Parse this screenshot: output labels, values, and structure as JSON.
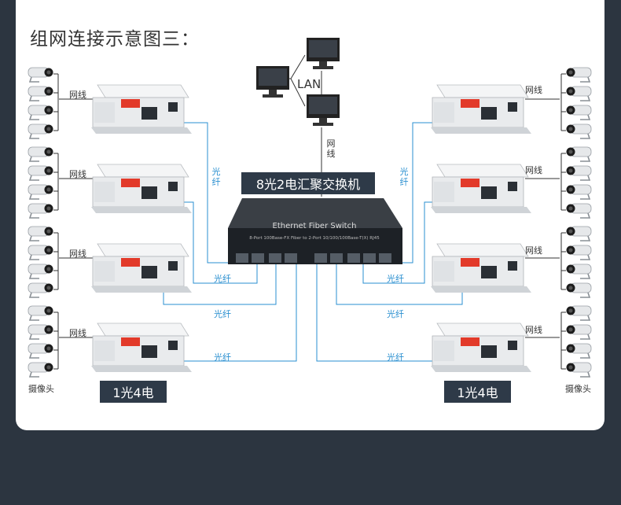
{
  "title": "组网连接示意图三：",
  "switch_label": "8光2电汇聚交换机",
  "switch_brand": "Ethernet Fiber Switch",
  "switch_ports_text": "8-Port 100Base-FX Fiber to 2-Port 10/100/100Base-T(X) RJ45",
  "lan_label": "LAN",
  "net_label": "网线",
  "fiber_label": "光纤",
  "camera_label": "摄像头",
  "group_label": "1光4电",
  "colors": {
    "fiber": "#2a8fd0",
    "dark": "#2e3a48"
  }
}
